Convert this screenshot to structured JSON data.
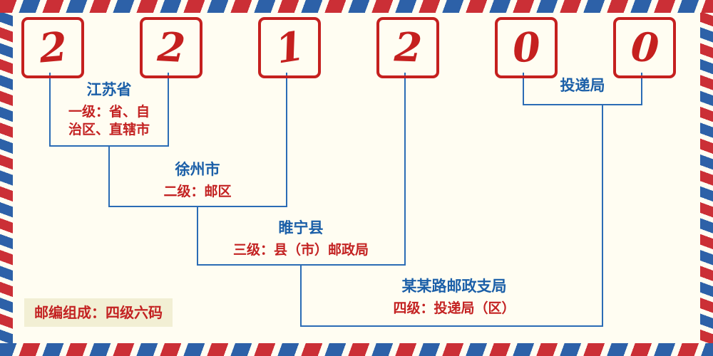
{
  "postal_code": {
    "digits": [
      "2",
      "2",
      "1",
      "2",
      "0",
      "0"
    ]
  },
  "levels": {
    "level1": {
      "place": "江苏省",
      "desc_lines": [
        "一级：省、自",
        "治区、直辖市"
      ]
    },
    "level2": {
      "place": "徐州市",
      "desc": "二级：邮区"
    },
    "level3": {
      "place": "睢宁县",
      "desc": "三级：县（市）邮政局"
    },
    "level4": {
      "place": "某某路邮政支局",
      "desc": "四级：投递局（区）"
    },
    "delivery": {
      "place": "投递局"
    }
  },
  "footer": {
    "composition": "邮编组成：四级六码"
  },
  "colors": {
    "digit_red": "#c5201f",
    "line_blue": "#2b6cb5",
    "place_blue": "#1b5fa8",
    "desc_red": "#c32222",
    "background": "#fffdf2",
    "stripe_red": "#cb2f36",
    "stripe_blue": "#2d61a8",
    "badge_background": "#f2efd4"
  }
}
